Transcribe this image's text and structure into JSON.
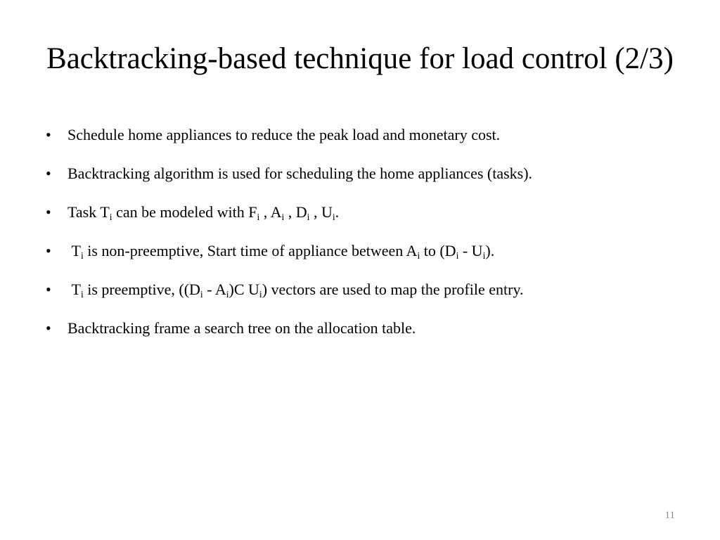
{
  "slide": {
    "title_line_1": "Backtracking-based technique for load",
    "title_line_2": "control (2/3)",
    "bullet_marker": "•",
    "page_number": "11",
    "text_color": "#000000",
    "background_color": "#ffffff",
    "page_number_color": "#8a8a8a",
    "bullets": [
      {
        "id": "bullet-schedule-home-appliances",
        "text": "Schedule home appliances to reduce the peak load and monetary cost.",
        "html": "Schedule home appliances to reduce the peak load and monetary cost."
      },
      {
        "id": "bullet-backtracking-algorithm",
        "text": "Backtracking algorithm is used for scheduling the home appliances (tasks).",
        "html": "Backtracking algorithm is used for scheduling the home appliances (tasks)."
      },
      {
        "id": "bullet-task-model",
        "text": "Task Ti can be modeled with Fi , Ai , Di , Ui.",
        "html": "Task T<sub>i</sub> can be modeled with F<sub>i</sub> , A<sub>i</sub> , D<sub>i</sub> , U<sub>i</sub>."
      },
      {
        "id": "bullet-non-preemptive",
        "text": " Ti is non-preemptive, Start time of appliance between Ai to (Di - Ui).",
        "html": "&nbsp;T<sub>i</sub> is non-preemptive, Start time of appliance between A<sub>i</sub> to (D<sub>i</sub> - U<sub>i</sub>)."
      },
      {
        "id": "bullet-preemptive",
        "text": " Ti is preemptive, ((Di - Ai)C Ui) vectors are used to map the profile entry.",
        "html": "&nbsp;T<sub>i</sub> is preemptive, ((D<sub>i</sub> - A<sub>i</sub>)C U<sub>i</sub>) vectors are used to map the profile entry."
      },
      {
        "id": "bullet-search-tree",
        "text": "Backtracking frame a search tree on the allocation table.",
        "html": "Backtracking frame a search tree on the allocation table."
      }
    ]
  }
}
